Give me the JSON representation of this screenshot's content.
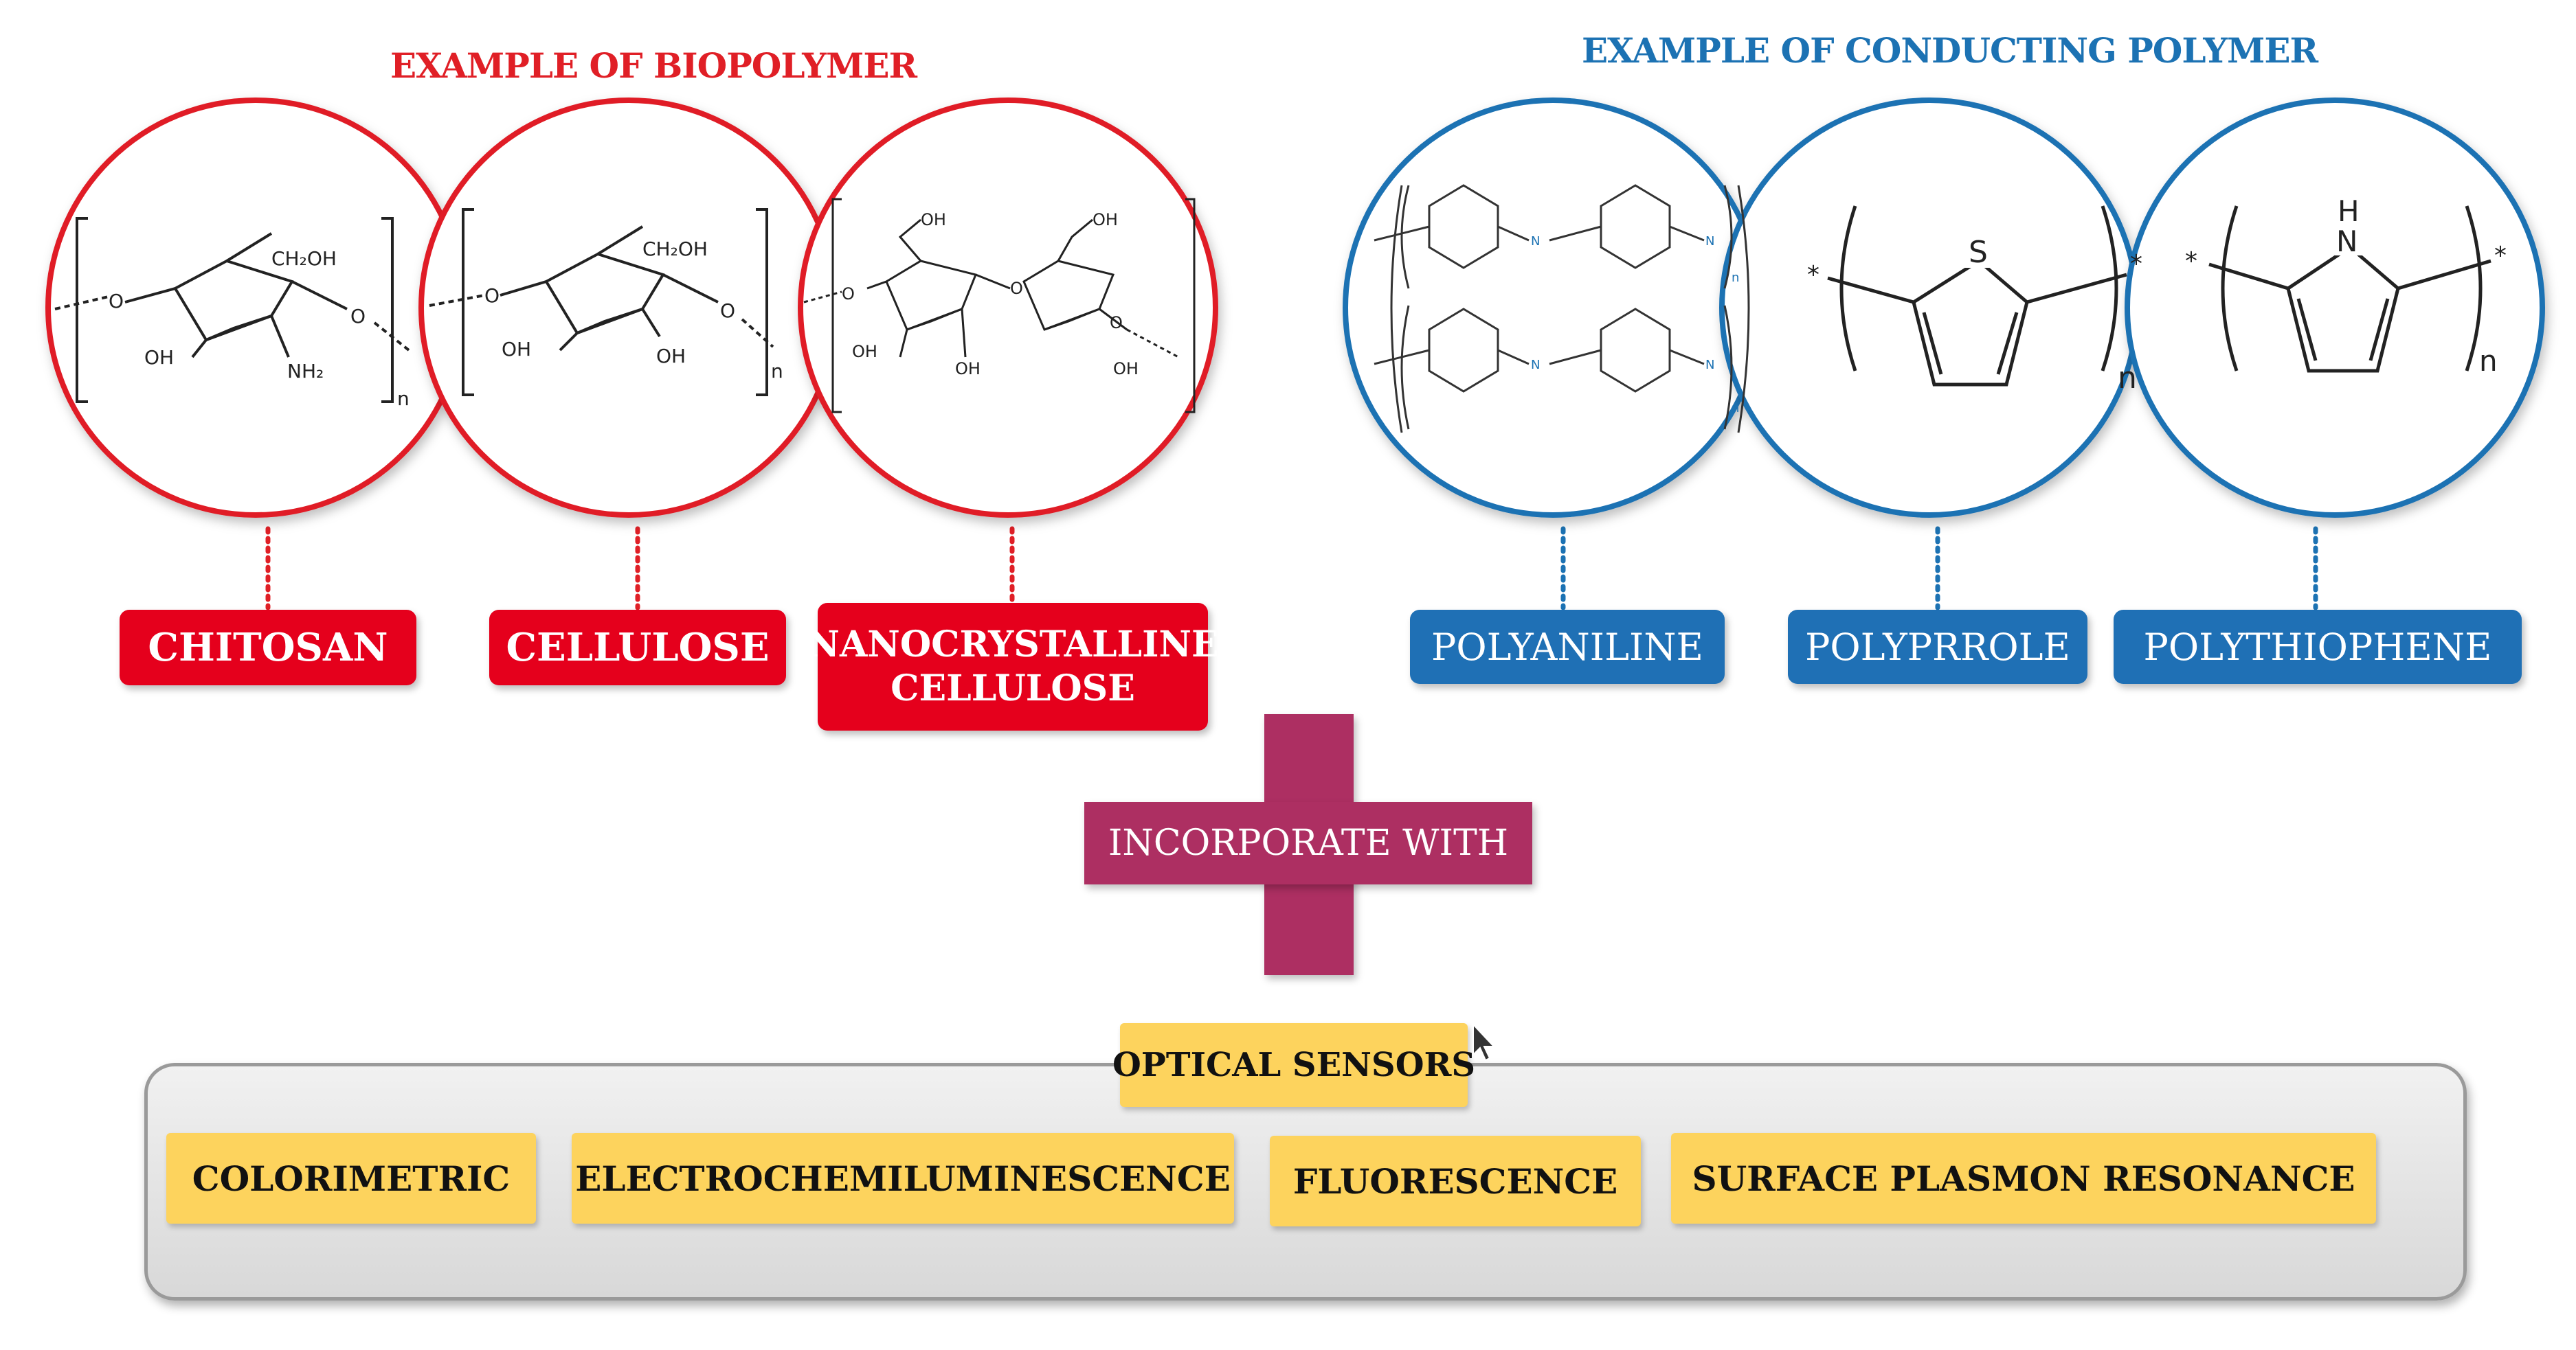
{
  "headings": {
    "biopolymer": "EXAMPLE OF BIOPOLYMER",
    "conducting": "EXAMPLE OF CONDUCTING POLYMER"
  },
  "biopolymers": [
    {
      "label": "CHITOSAN"
    },
    {
      "label": "CELLULOSE"
    },
    {
      "label_line1": "NANOCRYSTALLINE",
      "label_line2": "CELLULOSE"
    }
  ],
  "conducting_polymers": [
    {
      "label": "POLYANILINE"
    },
    {
      "label": "POLYPRROLE"
    },
    {
      "label": "POLYTHIOPHENE"
    }
  ],
  "structure_text": {
    "ch2oh": "CH₂OH",
    "oh": "OH",
    "nh2": "NH₂",
    "o": "O",
    "n": "n",
    "s": "S",
    "h": "H",
    "nh_atom": "N",
    "star": "*"
  },
  "connector": {
    "label": "INCORPORATE WITH"
  },
  "optical_sensors": {
    "title": "OPTICAL SENSORS",
    "items": [
      "COLORIMETRIC",
      "ELECTROCHEMILUMINESCENCE",
      "FLUORESCENCE",
      "SURFACE PLASMON RESONANCE"
    ]
  },
  "colors": {
    "biopolymer_red": "#e5001c",
    "conducting_blue": "#1f70b5",
    "connector_magenta": "#ad2f62",
    "sensor_yellow": "#fdd35d"
  }
}
